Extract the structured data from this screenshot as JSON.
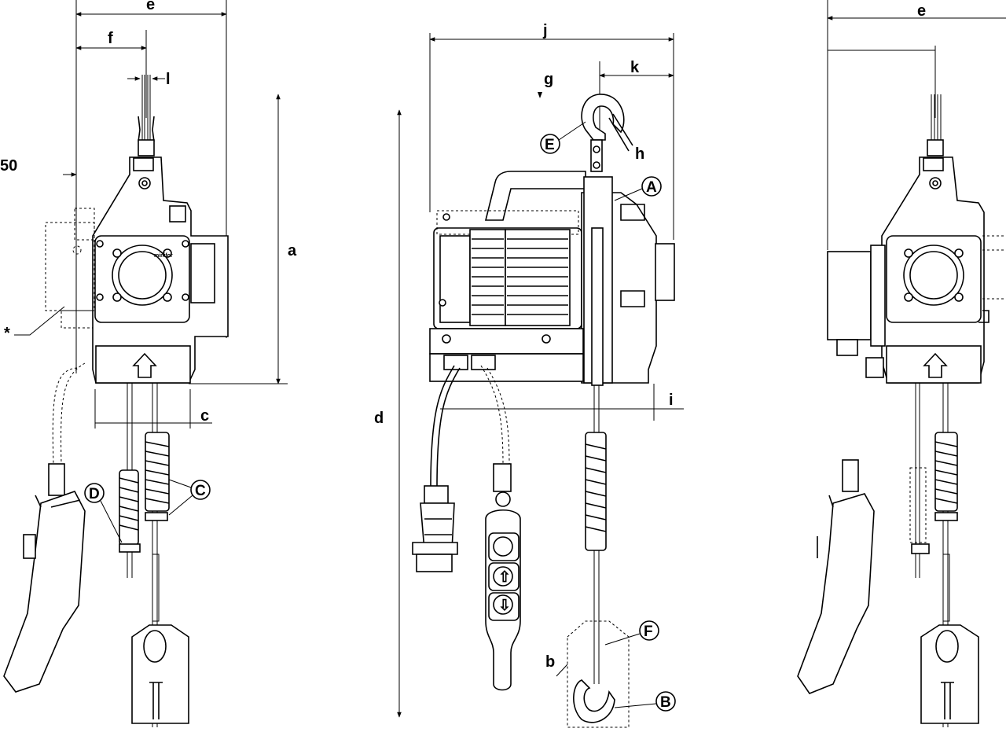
{
  "labels": {
    "dims": {
      "a": "a",
      "b": "b",
      "c": "c",
      "d": "d",
      "e_left": "e",
      "e_right": "e",
      "f": "f",
      "g": "g",
      "h": "h",
      "i": "i",
      "j": "j",
      "k": "k",
      "l": "l"
    },
    "edge_number": "50",
    "asterisk": "*",
    "callouts": {
      "A": "A",
      "B": "B",
      "C": "C",
      "D": "D",
      "E": "E",
      "F": "F"
    },
    "brand": "minifor"
  }
}
